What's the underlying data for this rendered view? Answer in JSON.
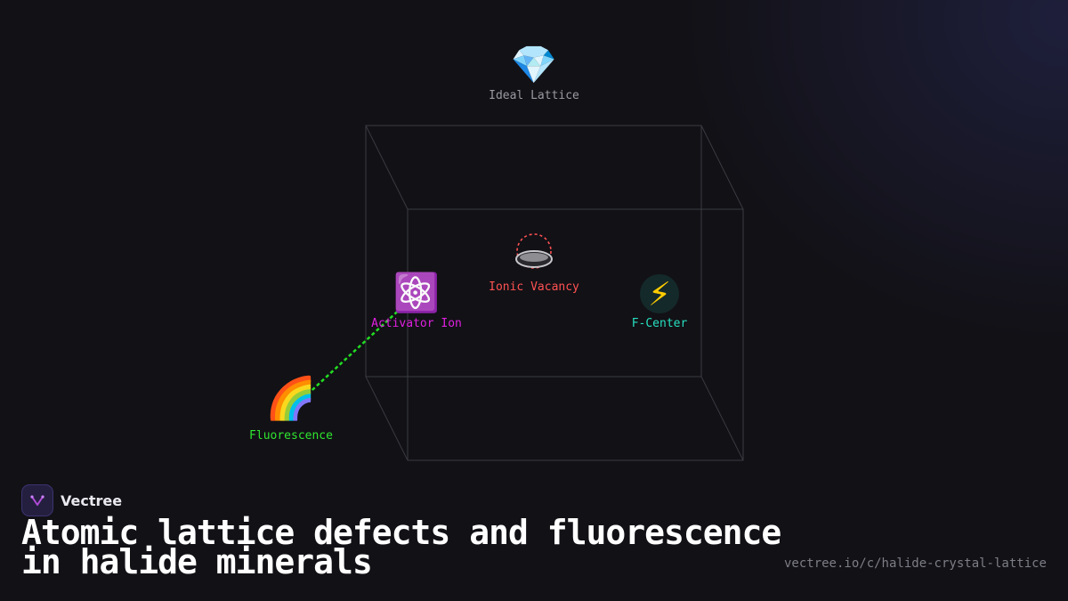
{
  "diagram": {
    "nodes": {
      "ideal_lattice": {
        "label": "Ideal Lattice",
        "icon": "gem-icon",
        "glyph": "💎",
        "color": "#9a9aa2"
      },
      "ionic_vacancy": {
        "label": "Ionic Vacancy",
        "icon": "vacancy-ring-icon",
        "color": "#ff5252"
      },
      "activator_ion": {
        "label": "Activator Ion",
        "icon": "atom-icon",
        "glyph": "⚛️",
        "color": "#e020e0"
      },
      "f_center": {
        "label": "F-Center",
        "icon": "lightning-icon",
        "glyph": "⚡",
        "color": "#27e0c0"
      },
      "fluorescence": {
        "label": "Fluorescence",
        "icon": "rainbow-icon",
        "glyph": "🌈",
        "color": "#2fe62f"
      }
    },
    "edges": [
      {
        "from": "activator_ion",
        "to": "fluorescence",
        "style": "dashed",
        "color": "#22dd22"
      }
    ]
  },
  "brand": {
    "name": "Vectree",
    "icon": "vectree-logo-icon"
  },
  "title": "Atomic lattice defects and fluorescence in halide minerals",
  "url": "vectree.io/c/halide-crystal-lattice"
}
